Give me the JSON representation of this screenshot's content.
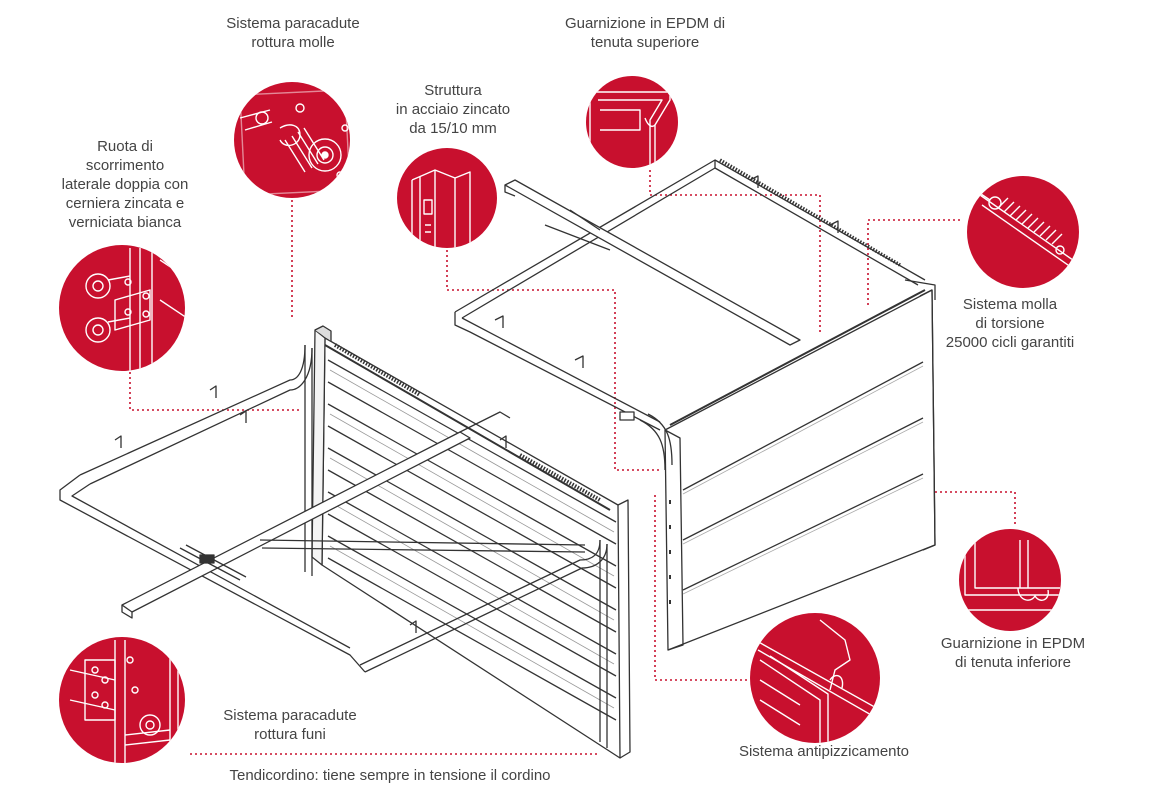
{
  "colors": {
    "accent": "#c8102e",
    "line": "#333333",
    "text": "#444444",
    "detail_stroke": "#ffffff"
  },
  "labels": {
    "paracadute_molle": [
      "Sistema paracadute",
      "rottura molle"
    ],
    "guarnizione_superiore": [
      "Guarnizione in EPDM di",
      "tenuta superiore"
    ],
    "struttura": [
      "Struttura",
      "in acciaio zincato",
      "da 15/10 mm"
    ],
    "ruota": [
      "Ruota di",
      "scorrimento",
      "laterale doppia con",
      "cerniera zincata e",
      "verniciata bianca"
    ],
    "molla_torsione": [
      "Sistema molla",
      "di torsione",
      "25000 cicli garantiti"
    ],
    "guarnizione_inferiore": [
      "Guarnizione in EPDM",
      "di tenuta inferiore"
    ],
    "paracadute_funi": [
      "Sistema paracadute",
      "rottura funi"
    ],
    "antipizzicamento": [
      "Sistema antipizzicamento"
    ],
    "tendicordino": [
      "Tendicordino: tiene sempre in tensione il cordino"
    ]
  },
  "details": [
    {
      "id": "paracadute-molle",
      "icon": "spring-breakage-device-icon"
    },
    {
      "id": "guarnizione-superiore",
      "icon": "top-seal-icon"
    },
    {
      "id": "struttura",
      "icon": "steel-profile-icon"
    },
    {
      "id": "ruota",
      "icon": "double-wheel-hinge-icon"
    },
    {
      "id": "molla-torsione",
      "icon": "torsion-spring-icon"
    },
    {
      "id": "guarnizione-inferiore",
      "icon": "bottom-seal-icon"
    },
    {
      "id": "antipizzicamento",
      "icon": "anti-pinch-icon"
    },
    {
      "id": "paracadute-funi",
      "icon": "cable-breakage-device-icon"
    }
  ]
}
